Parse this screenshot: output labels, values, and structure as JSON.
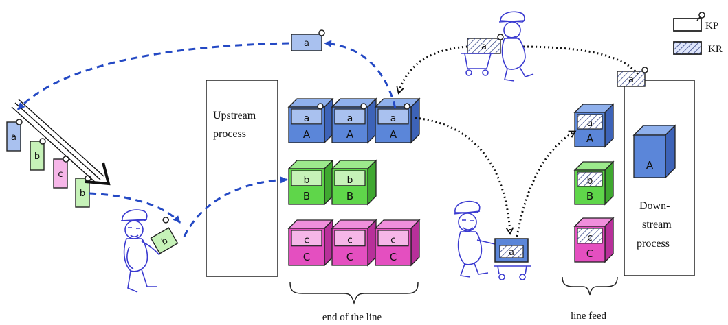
{
  "labels": {
    "upstream_line1": "Upstream",
    "upstream_line2": "process",
    "downstream_line1": "Down-",
    "downstream_line2": "stream",
    "downstream_line3": "process",
    "end_of_line": "end of the line",
    "line_feed": "line feed"
  },
  "legend": {
    "kp": "KP",
    "kr": "KR"
  },
  "cards": {
    "a": "a",
    "b": "b",
    "c": "c"
  },
  "boxes": {
    "A": "A",
    "B": "B",
    "C": "C"
  },
  "colors": {
    "blue_front": "#5b86d9",
    "blue_top": "#8fb0ec",
    "blue_side": "#3d63b8",
    "blue_card": "#a9c1ef",
    "green_front": "#5fd64a",
    "green_top": "#9cea8c",
    "green_side": "#3fa830",
    "green_card": "#c6f2b8",
    "pink_front": "#e44fc0",
    "pink_top": "#f08fdc",
    "pink_side": "#b8309a",
    "pink_card": "#f6b6e8",
    "arrow_blue": "#2449c4",
    "dotted": "#111111",
    "worker": "#3a3ad0"
  }
}
